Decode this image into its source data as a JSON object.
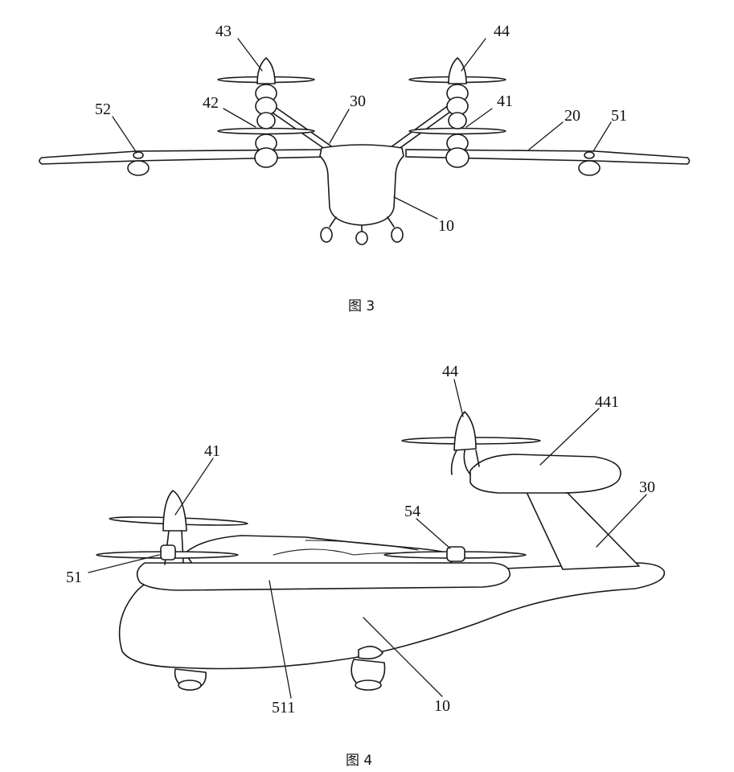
{
  "figure3": {
    "caption": "图 3",
    "labels": {
      "l43": "43",
      "l44": "44",
      "l52": "52",
      "l42": "42",
      "l30": "30",
      "l41": "41",
      "l20": "20",
      "l51": "51",
      "l10": "10"
    }
  },
  "figure4": {
    "caption": "图 4",
    "labels": {
      "l44": "44",
      "l441": "441",
      "l41": "41",
      "l30": "30",
      "l54": "54",
      "l51": "51",
      "l511": "511",
      "l10": "10"
    }
  }
}
